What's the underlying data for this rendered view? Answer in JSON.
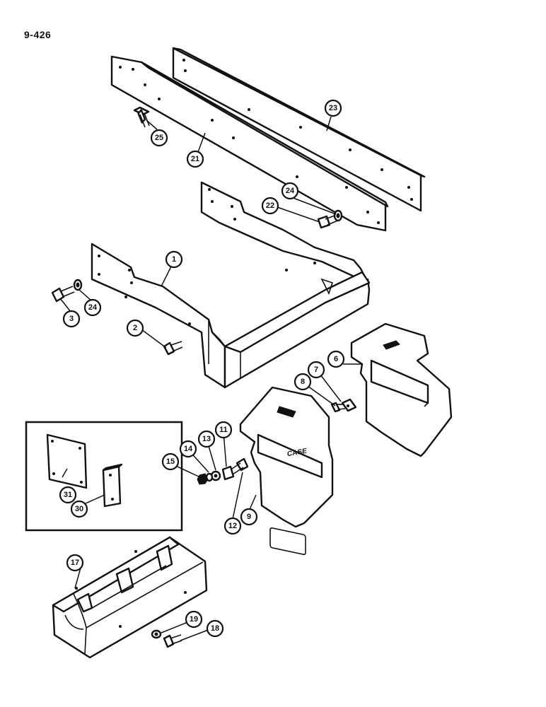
{
  "page_code": "9-426",
  "callouts": [
    "1",
    "2",
    "3",
    "6",
    "7",
    "8",
    "9",
    "11",
    "12",
    "13",
    "14",
    "15",
    "17",
    "18",
    "19",
    "21",
    "22",
    "23",
    "24",
    "24",
    "25",
    "30",
    "31"
  ],
  "weight_logo": "CASE"
}
